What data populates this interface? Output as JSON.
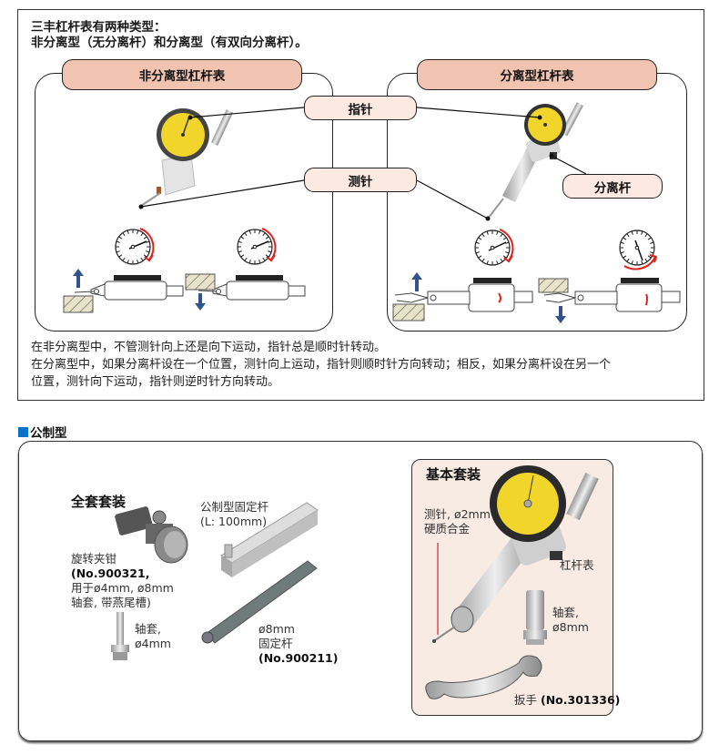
{
  "intro": {
    "line1": "三丰杠杆表有两种类型：",
    "line2": "非分离型（无分离杆）和分离型（有双向分离杆）。"
  },
  "types": {
    "non_separating_title": "非分离型杠杆表",
    "separating_title": "分离型杠杆表"
  },
  "callouts": {
    "pointer": "指针",
    "stylus": "测针",
    "separating_lever": "分离杆"
  },
  "description": {
    "line1": "在非分离型中，不管测针向上还是向下运动，指针总是顺时针转动。",
    "line2": "在分离型中，如果分离杆设在一个位置，测针向上运动，指针则顺时针方向转动；相反，如果分离杆设在另一个",
    "line3": "位置，测针向下运动，指针则逆时针方向转动。"
  },
  "section": {
    "title": "公制型"
  },
  "full_set": {
    "title": "全套套装",
    "clamp_line1": "旋转夹钳",
    "clamp_no": "(No.900321,",
    "clamp_line3": "用于ø4mm, ø8mm",
    "clamp_line4": "轴套, 带燕尾槽)",
    "rod_line1": "公制型固定杆",
    "rod_line2": "(L: 100mm)",
    "sleeve4_line1": "轴套,",
    "sleeve4_line2": "ø4mm",
    "rod8_line1": "ø8mm",
    "rod8_line2": "固定杆",
    "rod8_no": "(No.900211)"
  },
  "basic_set": {
    "title": "基本套装",
    "stylus_line1": "测针, ø2mm",
    "stylus_line2": "硬质合金",
    "indicator": "杠杆表",
    "sleeve8_line1": "轴套,",
    "sleeve8_line2": "ø8mm",
    "wrench_label": "扳手 ",
    "wrench_no": "(No.301336)"
  },
  "colors": {
    "header_pill": "#f0c4b0",
    "callout_pill": "#fbe9e2",
    "basic_bg": "#f7ebe4",
    "section_square": "#0a72c9",
    "dial_yellow": "#f2d52a",
    "arrow_red": "#e0201c",
    "arrow_blue": "#33548a"
  }
}
